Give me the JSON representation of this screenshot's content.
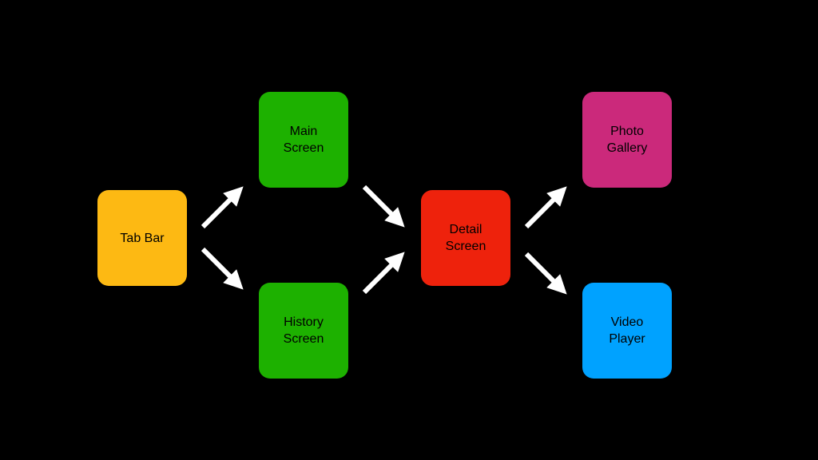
{
  "nodes": {
    "tab_bar": {
      "label": "Tab Bar",
      "color": "#FDB913"
    },
    "main_screen": {
      "label": "Main\nScreen",
      "color": "#1DB100"
    },
    "history_screen": {
      "label": "History\nScreen",
      "color": "#1DB100"
    },
    "detail_screen": {
      "label": "Detail\nScreen",
      "color": "#EE220C"
    },
    "photo_gallery": {
      "label": "Photo\nGallery",
      "color": "#CB297B"
    },
    "video_player": {
      "label": "Video\nPlayer",
      "color": "#00A2FF"
    }
  },
  "edges": [
    {
      "from": "tab_bar",
      "to": "main_screen"
    },
    {
      "from": "tab_bar",
      "to": "history_screen"
    },
    {
      "from": "main_screen",
      "to": "detail_screen"
    },
    {
      "from": "history_screen",
      "to": "detail_screen"
    },
    {
      "from": "detail_screen",
      "to": "photo_gallery"
    },
    {
      "from": "detail_screen",
      "to": "video_player"
    }
  ],
  "colors": {
    "background": "#000000",
    "arrow": "#FFFFFF"
  }
}
